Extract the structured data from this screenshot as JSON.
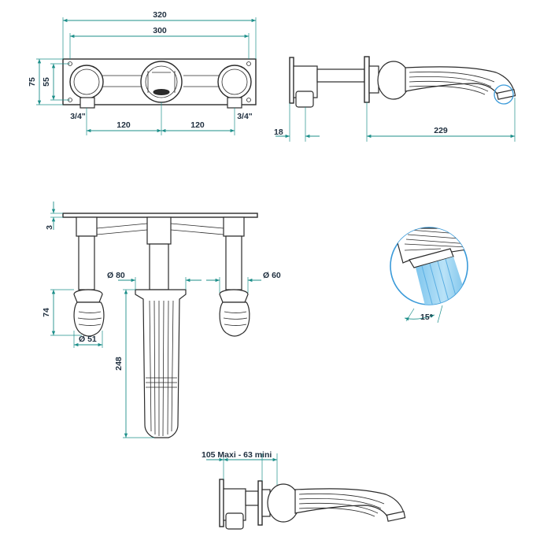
{
  "dimensions": {
    "d320": "320",
    "d300": "300",
    "d75": "75",
    "d55": "55",
    "thread_left": "3/4\"",
    "thread_right": "3/4\"",
    "d120_left": "120",
    "d120_right": "120",
    "d18": "18",
    "d229": "229",
    "d3": "3",
    "dia80": "Ø 80",
    "dia60": "Ø 60",
    "d74": "74",
    "dia51": "Ø 51",
    "d248": "248",
    "angle15": "15°",
    "projection": "105 Maxi - 63 mini"
  },
  "colors": {
    "dimension": "#1d8f8a",
    "outline": "#2b2b2b",
    "water": "#3a9ad9"
  }
}
